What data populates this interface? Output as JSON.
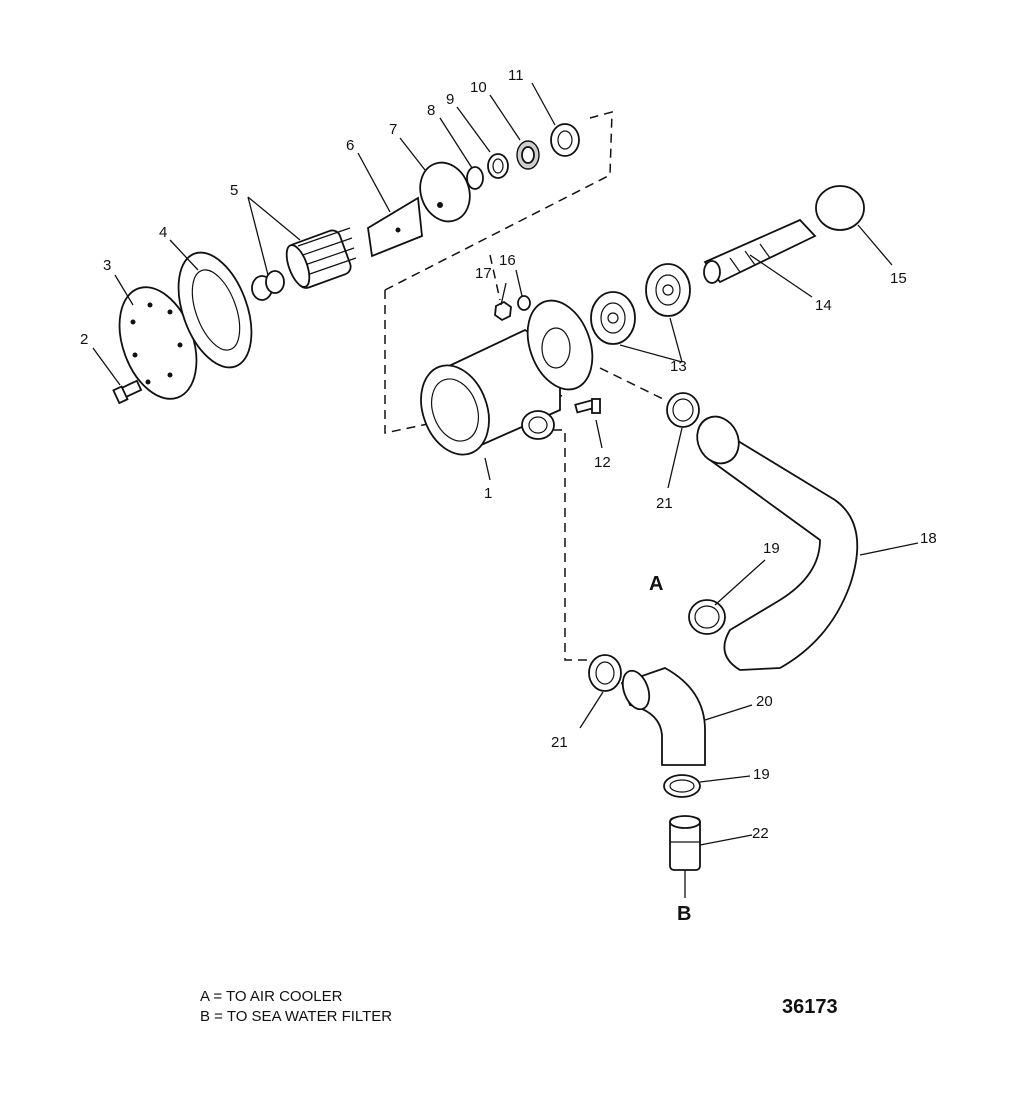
{
  "callouts": {
    "c1": "1",
    "c2": "2",
    "c3": "3",
    "c4": "4",
    "c5": "5",
    "c6": "6",
    "c7": "7",
    "c8": "8",
    "c9": "9",
    "c10": "10",
    "c11": "11",
    "c12": "12",
    "c13": "13",
    "c14": "14",
    "c15": "15",
    "c16": "16",
    "c17": "17",
    "c18": "18",
    "c19a": "19",
    "c19b": "19",
    "c20": "20",
    "c21a": "21",
    "c21b": "21",
    "c22": "22"
  },
  "ports": {
    "a": "A",
    "b": "B"
  },
  "legend": {
    "line_a": "A = TO AIR COOLER",
    "line_b": "B = TO SEA WATER FILTER"
  },
  "figure_number": "36173"
}
